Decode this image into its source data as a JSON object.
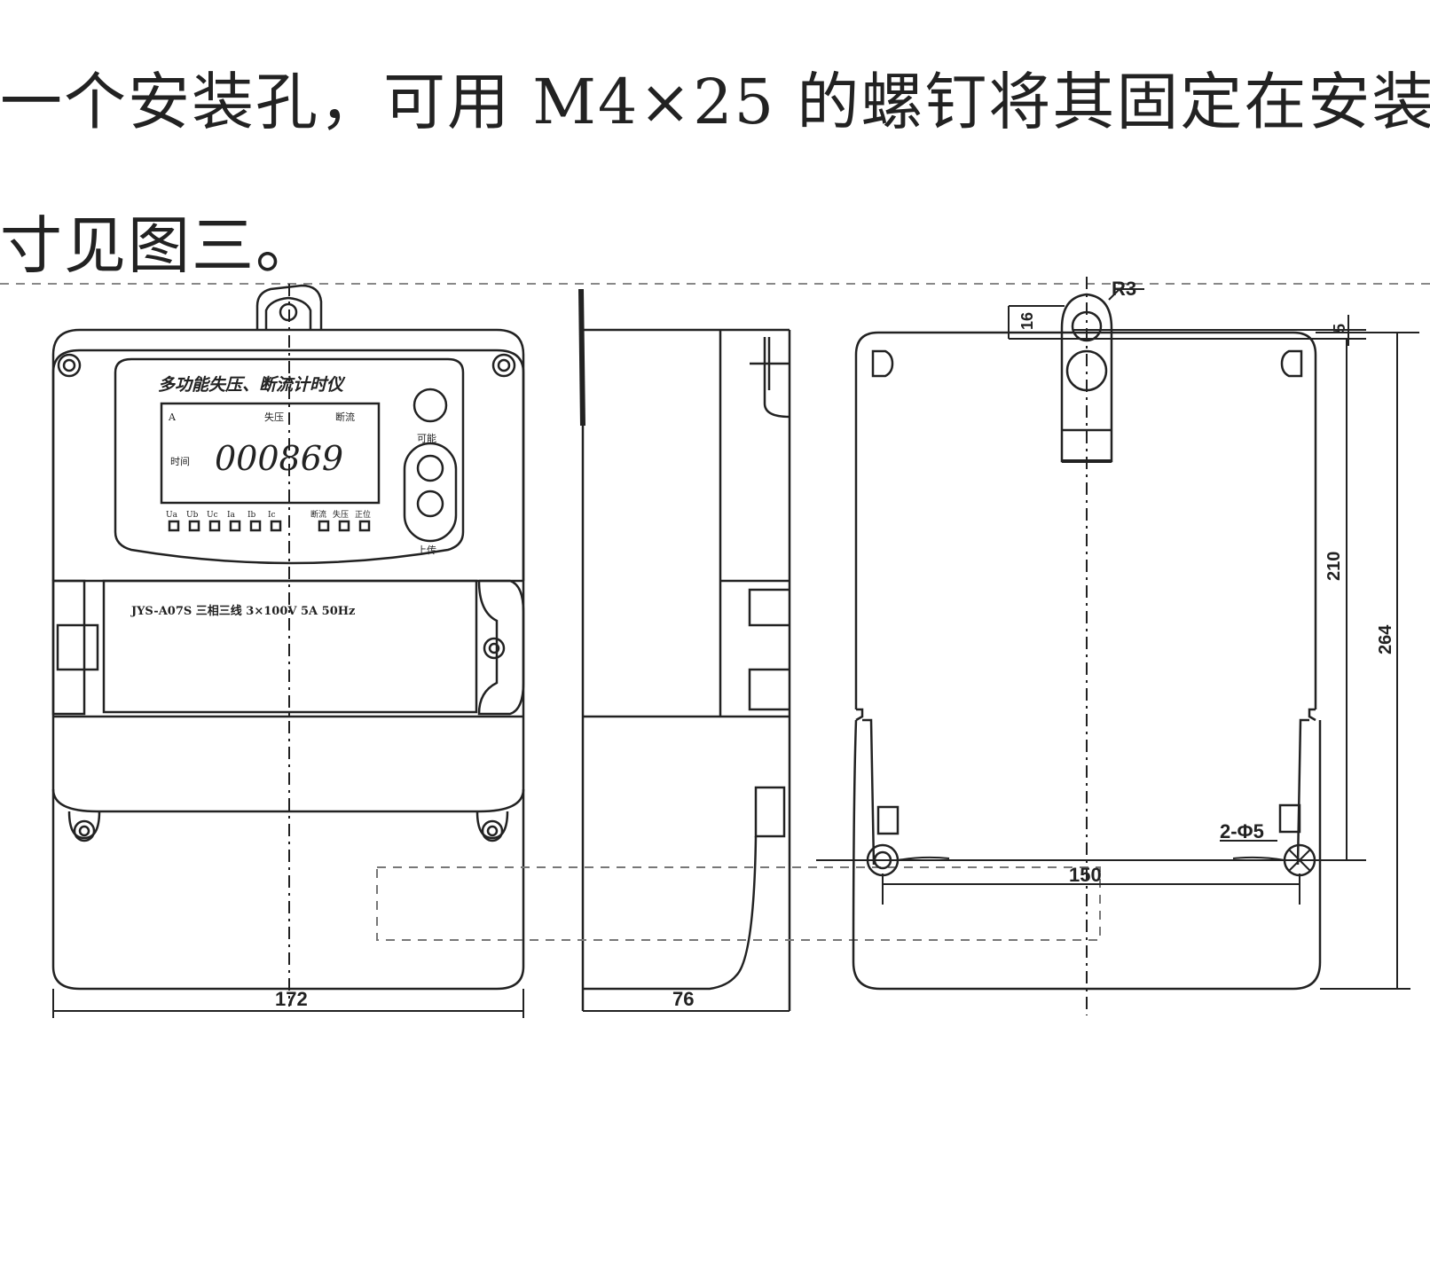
{
  "text": {
    "line1": "一个安装孔，可用 M4×25 的螺钉将其固定在安装",
    "line2": "寸见图三。"
  },
  "front_view": {
    "meter_title": "多功能失压、断流计时仪",
    "lcd_label_a": "A",
    "lcd_label_shiya": "失压",
    "lcd_label_duanliu": "断流",
    "lcd_label_shijian": "时间",
    "lcd_reading": "000869",
    "button_top_label": "可能",
    "button_bottom_label": "上传",
    "indicators": [
      "Ua",
      "Ub",
      "Uc",
      "Ia",
      "Ib",
      "Ic",
      "断流",
      "失压",
      "正位"
    ],
    "nameplate": "JYS-A07S  三相三线  3×100V  5A  50Hz",
    "width_dim": "172"
  },
  "side_view": {
    "depth_dim": "76"
  },
  "rear_view": {
    "radius_label": "R3",
    "hook_dim": "16",
    "top_offset_dim": "5",
    "hole_spacing_dim": "210",
    "overall_height_dim": "264",
    "hole_label": "2-Φ5",
    "hole_width_dim": "150"
  }
}
